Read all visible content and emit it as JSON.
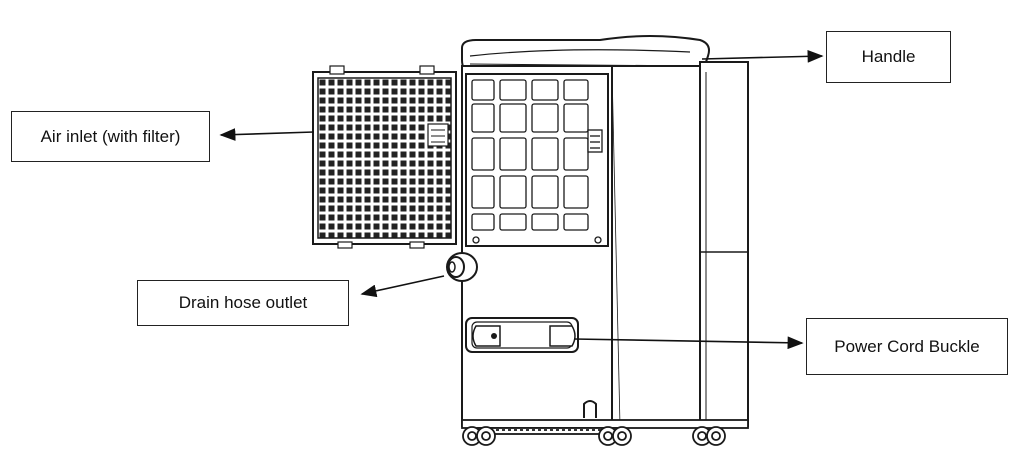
{
  "labels": {
    "handle": "Handle",
    "air_inlet": "Air inlet (with filter)",
    "drain_hose_outlet": "Drain hose outlet",
    "power_cord_buckle": "Power Cord Buckle"
  },
  "colors": {
    "line": "#1a1a1a",
    "background": "#ffffff"
  }
}
